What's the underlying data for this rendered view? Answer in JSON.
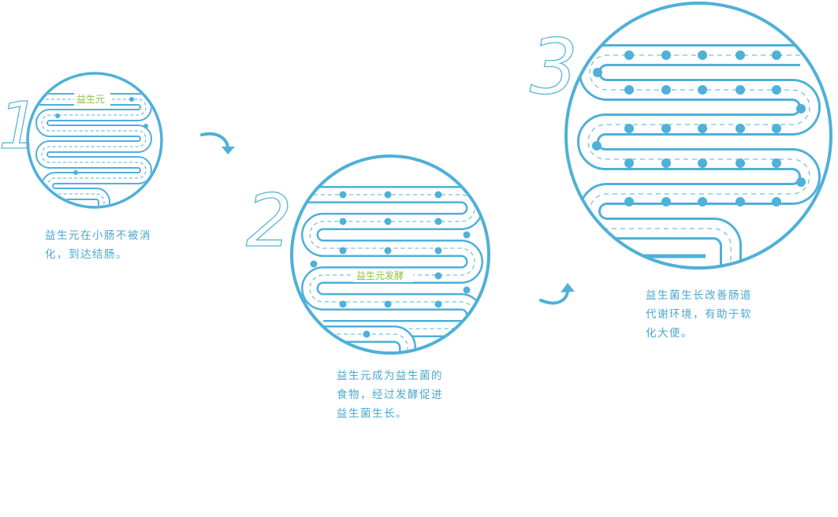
{
  "steps": [
    {
      "number": "1",
      "label": "益生元",
      "caption": [
        "益生元在小肠不被消",
        "化，到达结肠。"
      ]
    },
    {
      "number": "2",
      "label": "益生元发酵",
      "caption": [
        "益生元成为益生菌的",
        "食物，经过发酵促进",
        "益生菌生长。"
      ]
    },
    {
      "number": "3",
      "caption": [
        "益生菌生长改善肠道",
        "代谢环境，有助于软",
        "化大便。"
      ]
    }
  ],
  "colors": {
    "intestine": "#4fb0d8",
    "label": "#8cc23e",
    "caption": "#4aa8d0"
  },
  "icons": [
    "arrow-curved-down-icon",
    "arrow-curved-up-icon"
  ]
}
